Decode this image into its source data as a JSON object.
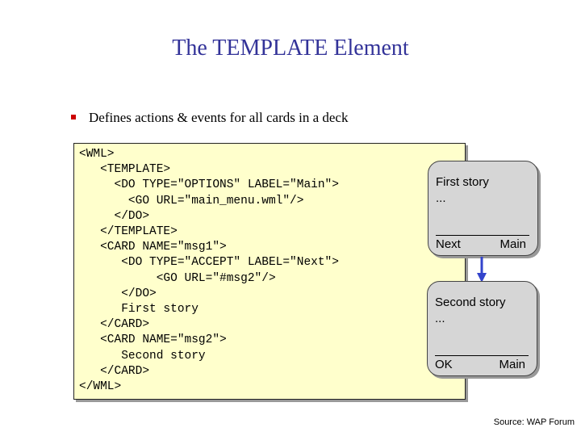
{
  "slide": {
    "title": "The TEMPLATE Element",
    "bullet": "Defines actions & events for all cards in a deck",
    "code": "<WML>\n   <TEMPLATE>\n     <DO TYPE=\"OPTIONS\" LABEL=\"Main\">\n       <GO URL=\"main_menu.wml\"/>\n     </DO>\n   </TEMPLATE>\n   <CARD NAME=\"msg1\">\n      <DO TYPE=\"ACCEPT\" LABEL=\"Next\">\n           <GO URL=\"#msg2\"/>\n      </DO>\n      First story\n   </CARD>\n   <CARD NAME=\"msg2\">\n      Second story\n   </CARD>\n</WML>",
    "source": "Source: WAP Forum"
  },
  "phones": [
    {
      "content": "First story",
      "ellipsis": "...",
      "softkey_left": "Next",
      "softkey_right": "Main"
    },
    {
      "content": "Second story",
      "ellipsis": "...",
      "softkey_left": "OK",
      "softkey_right": "Main"
    }
  ],
  "colors": {
    "title": "#333399",
    "bullet": "#cc0000",
    "code_background": "#ffffcc",
    "phone_background": "#d6d6d6",
    "arrow": "#3344cc"
  },
  "icons": {
    "bullet": "square-bullet-icon",
    "arrow": "arrow-down-icon"
  }
}
